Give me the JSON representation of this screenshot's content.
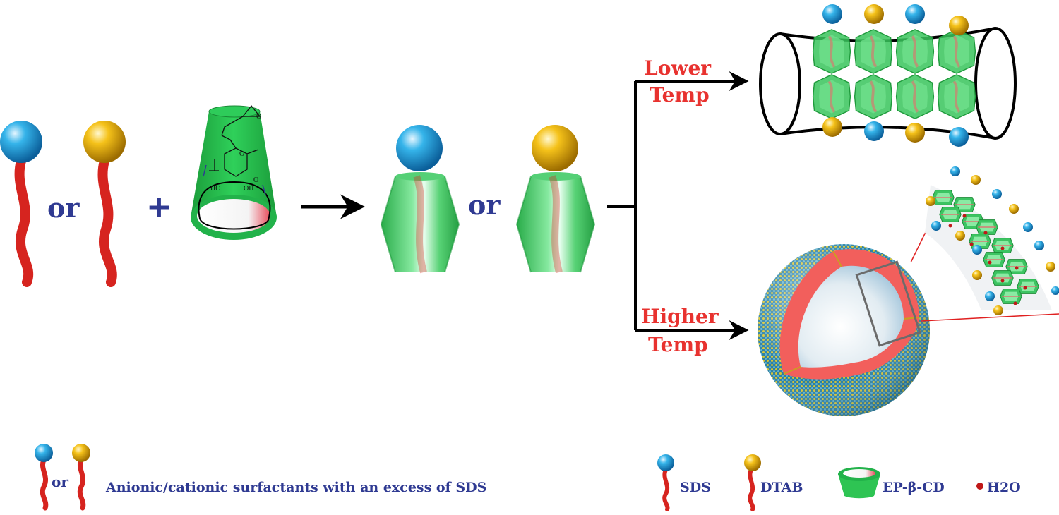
{
  "labels": {
    "or": "or",
    "plus": "+",
    "lower_temp": [
      "Lower",
      "Temp"
    ],
    "higher_temp": [
      "Higher",
      "Temp"
    ]
  },
  "chem": {
    "ho": "HO",
    "oh": "OH",
    "o1": "O",
    "o2": "O",
    "o3": "O"
  },
  "legend": {
    "surfactant_or": "or",
    "surfactant_desc": "Anionic/cationic surfactants with an excess of SDS",
    "sds": "SDS",
    "dtab": "DTAB",
    "ep_cd": "EP-β-CD",
    "h2o": "H2O"
  },
  "colors": {
    "sds_head": "#1fa0da",
    "dtab_head": "#f2be16",
    "tail": "#d6241f",
    "cyclodextrin": "#2ec453",
    "label_navy": "#2f3a92",
    "label_red": "#e8322f",
    "shell": "#f25f5c"
  }
}
